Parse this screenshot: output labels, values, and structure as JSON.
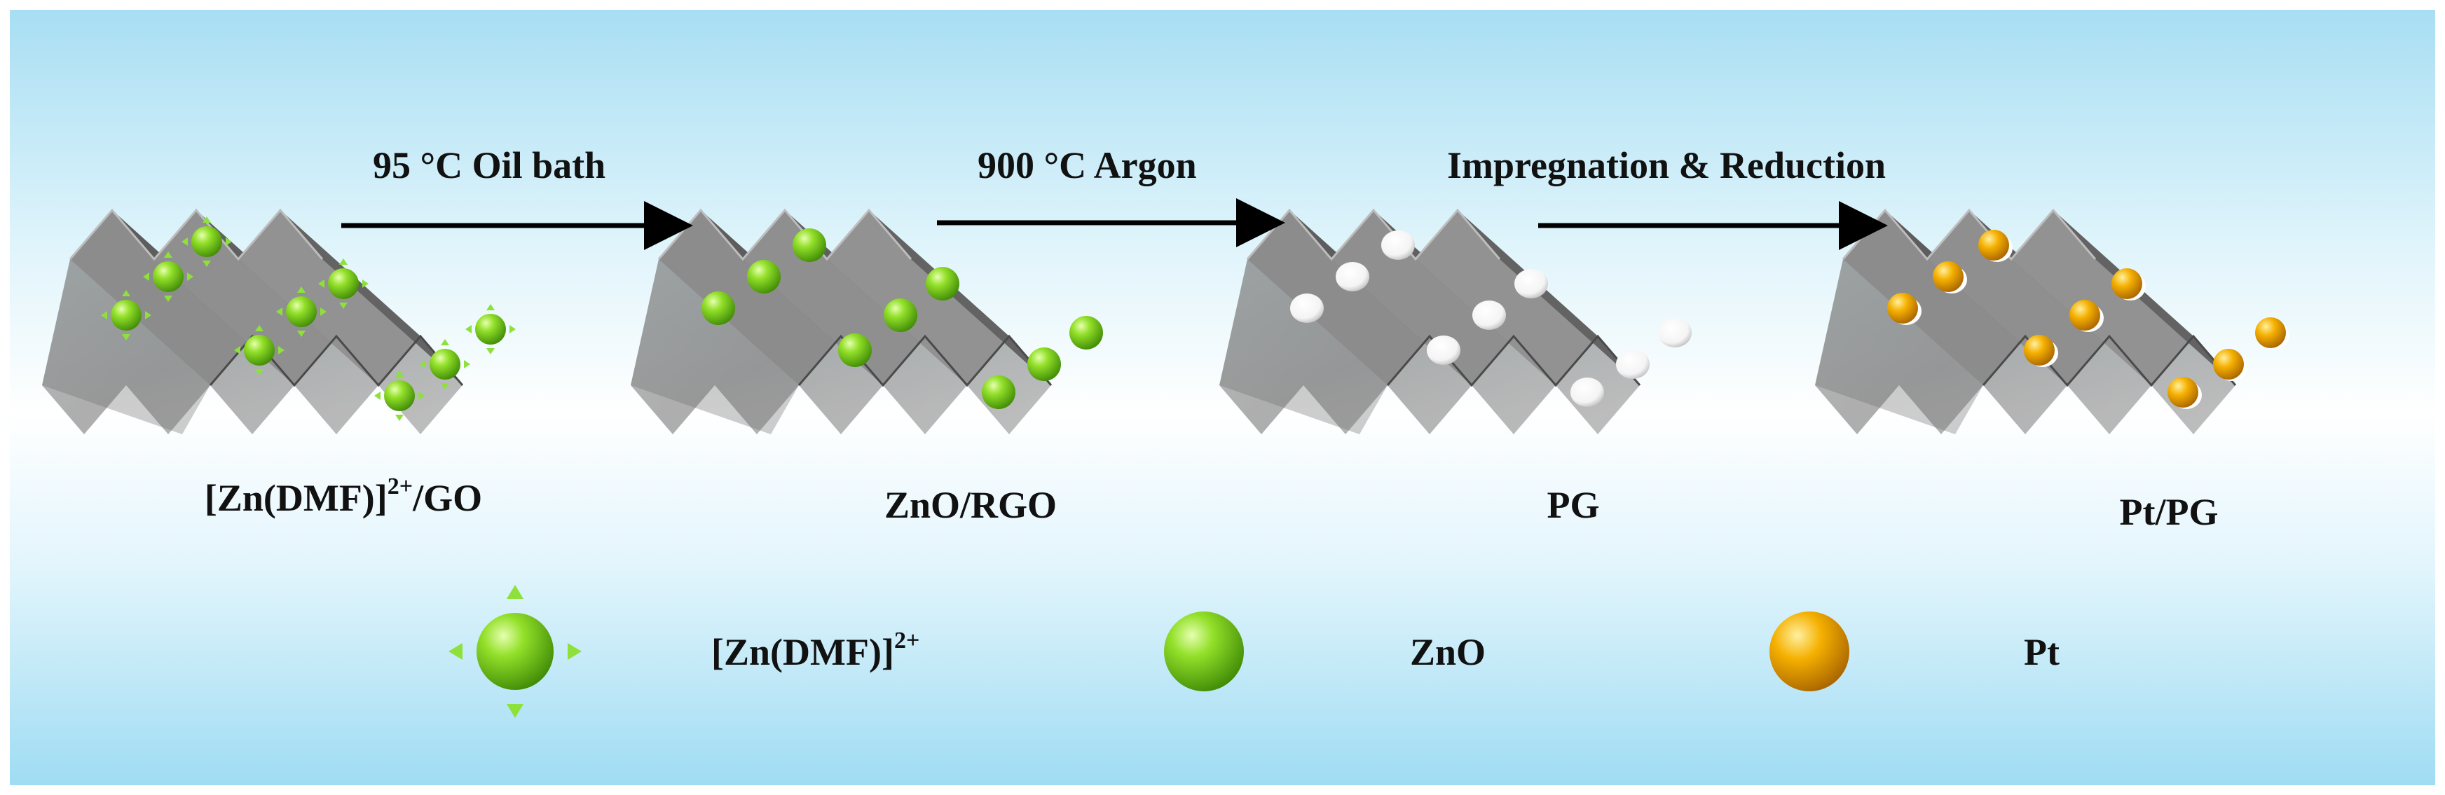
{
  "steps": [
    {
      "label": "95 °C Oil bath"
    },
    {
      "label": "900 °C Argon"
    },
    {
      "label": "Impregnation & Reduction"
    }
  ],
  "samples": [
    {
      "label_main": "[Zn(DMF)]",
      "label_sup": "2+",
      "label_tail": "/GO",
      "particle": "complex"
    },
    {
      "label_main": "ZnO/RGO",
      "particle": "zno"
    },
    {
      "label_main": "PG",
      "particle": "pore"
    },
    {
      "label_main": "Pt/PG",
      "particle": "pt"
    }
  ],
  "legend": [
    {
      "label_main": "[Zn(DMF)]",
      "label_sup": "2+",
      "icon": "zn-dmf-complex-icon"
    },
    {
      "label_main": "ZnO",
      "icon": "zno-sphere-icon"
    },
    {
      "label_main": "Pt",
      "icon": "pt-sphere-icon"
    }
  ],
  "colors": {
    "zno_green": "#7fd21f",
    "pt_orange": "#f2a200",
    "graphene_gray": "#7a7a7a",
    "arrow": "#000000"
  }
}
